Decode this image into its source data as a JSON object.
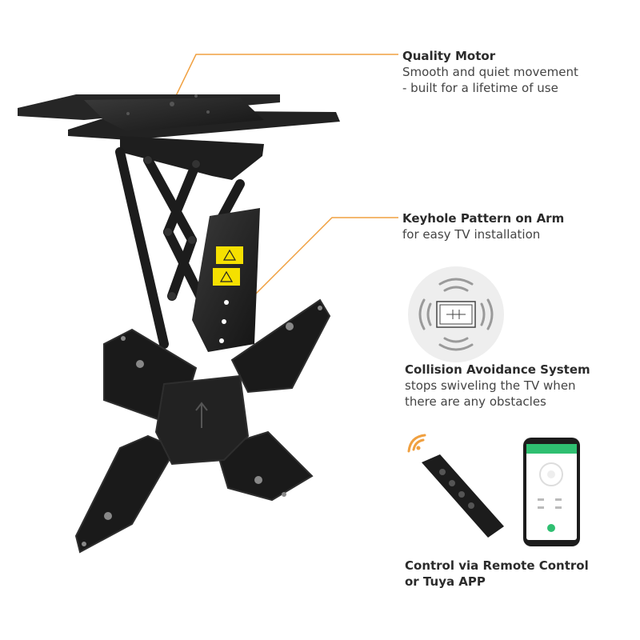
{
  "features": {
    "motor": {
      "title": "Quality Motor",
      "desc_lines": [
        "Smooth and quiet movement",
        "- built for a lifetime of use"
      ]
    },
    "keyhole": {
      "title": "Keyhole Pattern on Arm",
      "desc_lines": [
        "for easy TV installation"
      ]
    },
    "collision": {
      "title": "Collision Avoidance System",
      "desc_lines": [
        "stops swiveling the TV when",
        "there are any obstacles"
      ]
    },
    "control": {
      "title_lines": [
        "Control via Remote Control",
        "or Tuya APP"
      ]
    }
  },
  "colors": {
    "accent": "#f0a040",
    "text_dark": "#2b2b2b",
    "mount_black": "#1c1c1c",
    "warning_yellow": "#f5e000",
    "app_green": "#2fbf71"
  },
  "icons": {
    "collision": "tv-swivel-sensor-icon",
    "wireless": "wireless-signal-icon"
  }
}
